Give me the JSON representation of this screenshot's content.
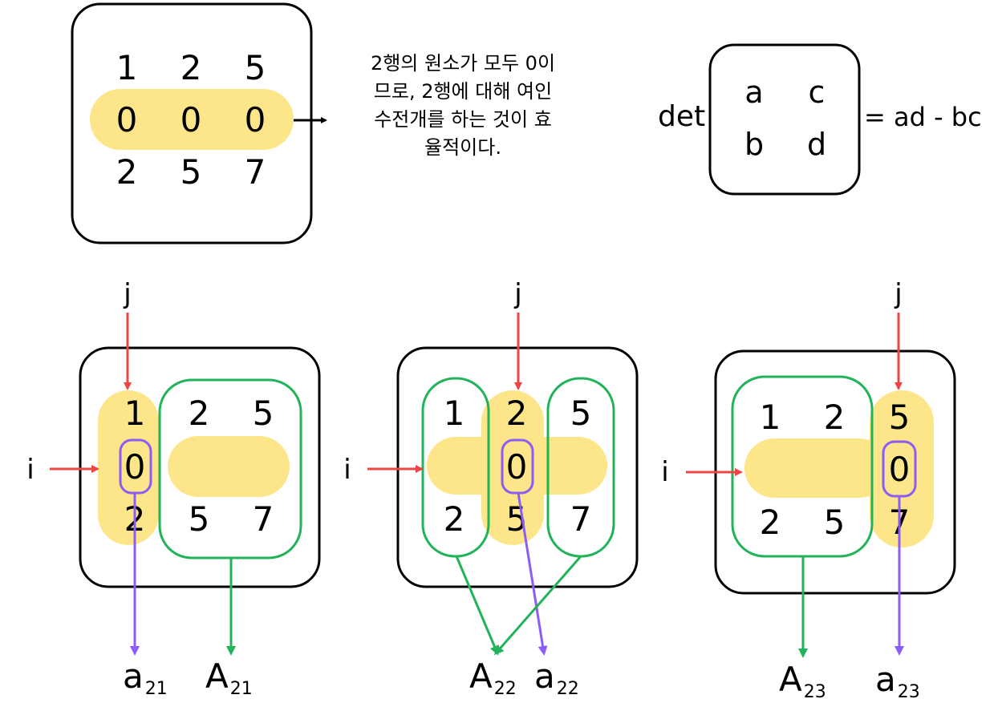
{
  "colors": {
    "highlight": "#fde68a",
    "arrow_i_j": "#ef4444",
    "arrow_minor": "#22b35a",
    "arrow_element": "#8b5cf6",
    "outline": "#000000"
  },
  "top_matrix": {
    "rows": [
      [
        "1",
        "2",
        "5"
      ],
      [
        "0",
        "0",
        "0"
      ],
      [
        "2",
        "5",
        "7"
      ]
    ],
    "highlighted_row": 2
  },
  "note": "2행의 원소가 모두 0이\n므로, 2행에 대해 여인\n수전개를 하는 것이 효\n율적이다.",
  "det_formula": {
    "prefix": "det",
    "cells": [
      [
        "a",
        "c"
      ],
      [
        "b",
        "d"
      ]
    ],
    "result": "= ad - bc"
  },
  "expansions": [
    {
      "j_label": "j",
      "i_label": "i",
      "rows": [
        [
          "1",
          "2",
          "5"
        ],
        [
          "0",
          "",
          ""
        ],
        [
          "2",
          "5",
          "7"
        ]
      ],
      "element_label": {
        "base": "a",
        "sub": "21"
      },
      "minor_label": {
        "base": "A",
        "sub": "21"
      }
    },
    {
      "j_label": "j",
      "i_label": "i",
      "rows": [
        [
          "1",
          "2",
          "5"
        ],
        [
          "",
          "0",
          ""
        ],
        [
          "2",
          "5",
          "7"
        ]
      ],
      "element_label": {
        "base": "a",
        "sub": "22"
      },
      "minor_label": {
        "base": "A",
        "sub": "22"
      }
    },
    {
      "j_label": "j",
      "i_label": "i",
      "rows": [
        [
          "1",
          "2",
          "5"
        ],
        [
          "",
          "",
          "0"
        ],
        [
          "2",
          "5",
          "7"
        ]
      ],
      "element_label": {
        "base": "a",
        "sub": "23"
      },
      "minor_label": {
        "base": "A",
        "sub": "23"
      }
    }
  ]
}
